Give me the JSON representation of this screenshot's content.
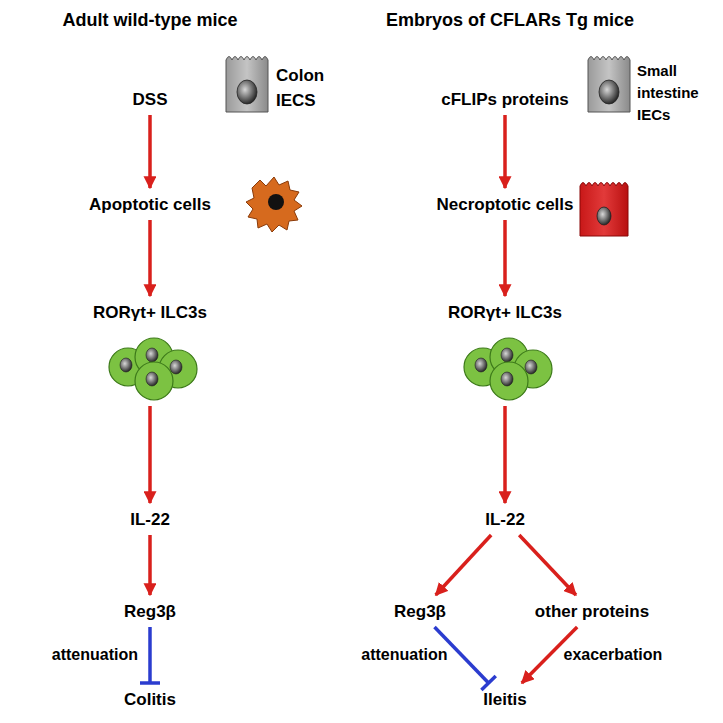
{
  "diagram": {
    "nodes": [
      {
        "text": [
          "DSS"
        ]
      },
      {
        "text": [
          "Apoptotic cells"
        ]
      },
      {
        "text": [
          "RORγt+ ILC3s"
        ]
      },
      {
        "text": [
          "IL-22"
        ]
      },
      {
        "text": [
          "Reg3β"
        ]
      },
      {
        "text": [
          "Colitis"
        ]
      },
      {
        "text": [
          "cFLIPs proteins"
        ]
      },
      {
        "text": [
          "Necroptotic cells"
        ]
      },
      {
        "text": [
          "RORγt+ ILC3s"
        ]
      },
      {
        "text": [
          "IL-22"
        ]
      },
      {
        "text": [
          "Reg3β"
        ]
      },
      {
        "text": [
          "other proteins"
        ]
      },
      {
        "text": [
          "Ileitis"
        ]
      }
    ],
    "edges": [
      {
        "from": 0,
        "to": 1,
        "arrow": "to"
      },
      {
        "from": 1,
        "to": 2,
        "arrow": "to"
      },
      {
        "from": 2,
        "to": 3,
        "arrow": "to"
      },
      {
        "from": 3,
        "to": 4,
        "arrow": "to"
      },
      {
        "from": 4,
        "to": 5,
        "label": "attenuation",
        "arrow": "to"
      },
      {
        "from": 6,
        "to": 7,
        "arrow": "to"
      },
      {
        "from": 7,
        "to": 8,
        "arrow": "to"
      },
      {
        "from": 8,
        "to": 9,
        "arrow": "to"
      },
      {
        "from": 9,
        "to": 10,
        "arrow": "to"
      },
      {
        "from": 9,
        "to": 11,
        "arrow": "to"
      },
      {
        "from": 10,
        "to": 12,
        "label": "attenuation",
        "arrow": "to"
      },
      {
        "from": 11,
        "to": 12,
        "label": "exacerbation",
        "arrow": "to"
      }
    ],
    "labels": [
      "Adult wild-type mice",
      "Embryos of CFLARs Tg mice",
      "Colon IECS",
      "Small intestine IECs"
    ]
  }
}
